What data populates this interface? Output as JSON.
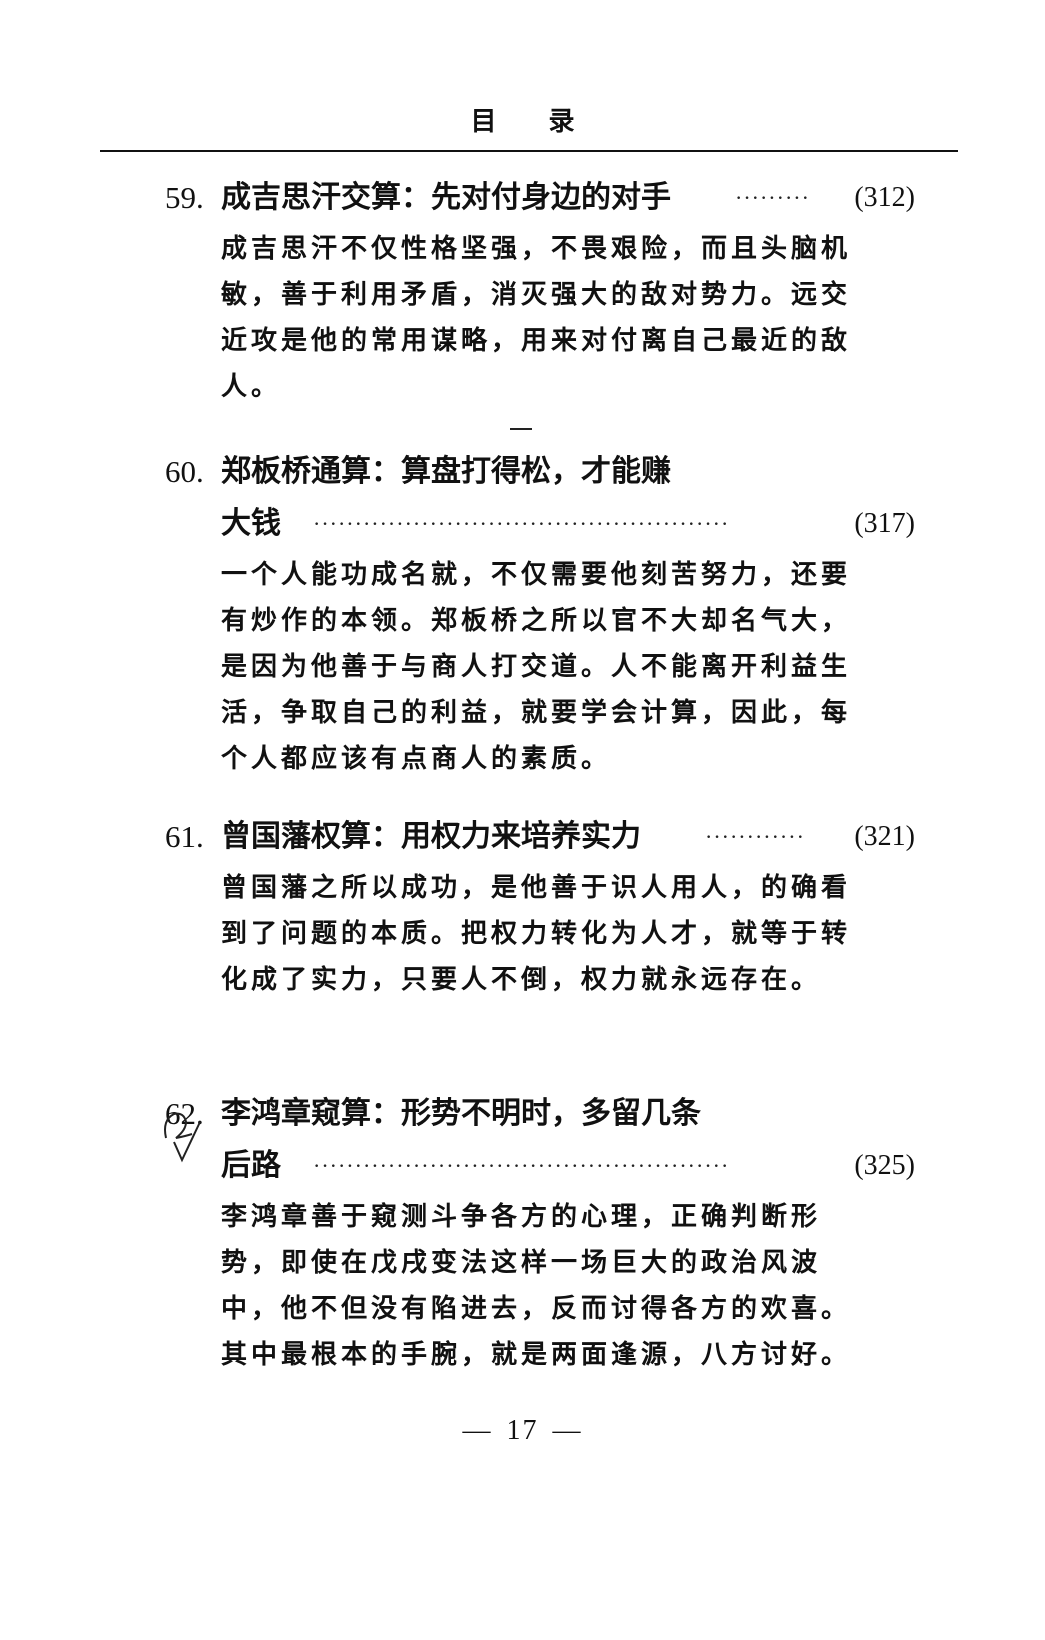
{
  "header": {
    "title_char1": "目",
    "title_char2": "录"
  },
  "entries": [
    {
      "number": "59.",
      "title": "成吉思汗交算：先对付身边的对手",
      "title_line2": "",
      "leader": "·········",
      "page": "(312)",
      "description": "成吉思汗不仅性格坚强，不畏艰险，而且头脑机敏，善于利用矛盾，消灭强大的敌对势力。远交近攻是他的常用谋略，用来对付离自己最近的敌人。"
    },
    {
      "number": "60.",
      "title": "郑板桥通算：算盘打得松，才能赚",
      "title_line2": "大钱",
      "leader": "··················································",
      "page": "(317)",
      "description": "一个人能功成名就，不仅需要他刻苦努力，还要有炒作的本领。郑板桥之所以官不大却名气大，是因为他善于与商人打交道。人不能离开利益生活，争取自己的利益，就要学会计算，因此，每个人都应该有点商人的素质。"
    },
    {
      "number": "61.",
      "title": "曾国藩权算：用权力来培养实力",
      "title_line2": "",
      "leader": "············",
      "page": "(321)",
      "description": "曾国藩之所以成功，是他善于识人用人，的确看到了问题的本质。把权力转化为人才，就等于转化成了实力，只要人不倒，权力就永远存在。"
    },
    {
      "number": "62.",
      "title": "李鸿章窥算：形势不明时，多留几条",
      "title_line2": "后路",
      "leader": "··················································",
      "page": "(325)",
      "description": "李鸿章善于窥测斗争各方的心理，正确判断形势，即使在戊戌变法这样一场巨大的政治风波中，他不但没有陷进去，反而讨得各方的欢喜。其中最根本的手腕，就是两面逢源，八方讨好。"
    }
  ],
  "footer": {
    "dash": "—",
    "page_number": "17"
  }
}
